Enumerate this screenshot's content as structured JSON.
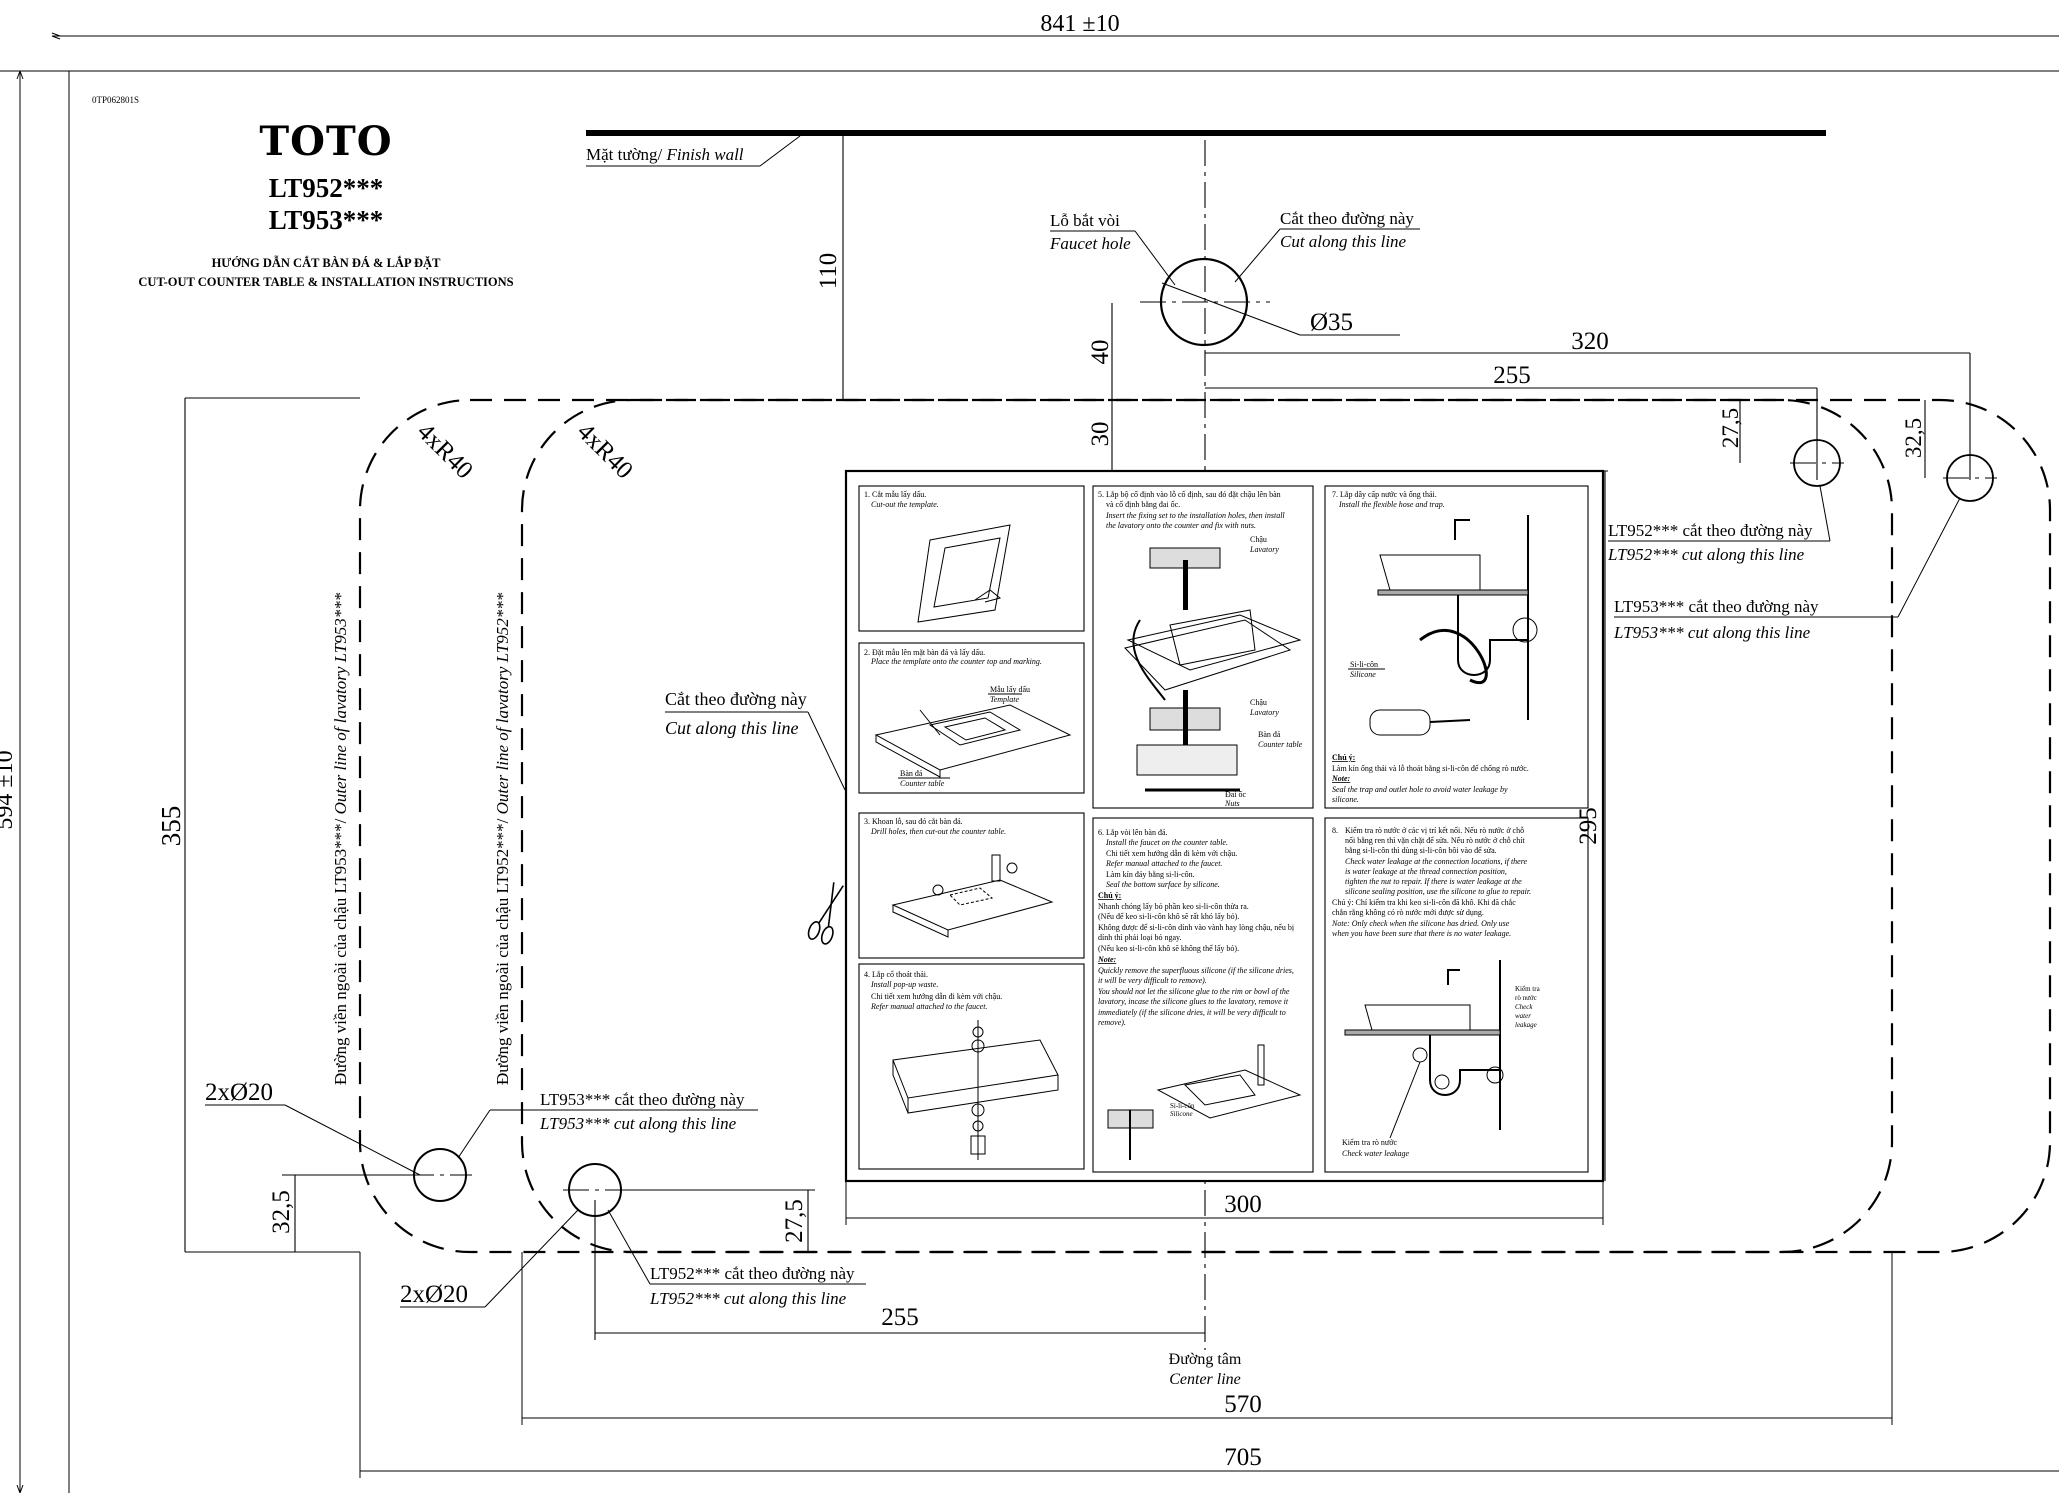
{
  "sheet": {
    "code": "0TP062801S",
    "brand": "TOTO",
    "models": [
      "LT952***",
      "LT953***"
    ],
    "title_vi": "HƯỚNG DẪN CẮT BÀN ĐÁ & LẮP ĐẶT",
    "title_en": "CUT-OUT COUNTER TABLE & INSTALLATION INSTRUCTIONS"
  },
  "dimensions": {
    "sheet_width": "841 ±10",
    "sheet_height": "594 ±10",
    "d110": "110",
    "d40": "40",
    "d30": "30",
    "d320": "320",
    "d255_top": "255",
    "d27_5_right": "27,5",
    "d32_5_right": "32,5",
    "d355": "355",
    "d295": "295",
    "d300": "300",
    "d32_5_left": "32,5",
    "d27_5_left": "27,5",
    "d255_bottom": "255",
    "d570": "570",
    "d705": "705",
    "radius_left": "4xR40",
    "radius_right": "4xR40",
    "hole_dia": "Ø35",
    "holes_left_top": "2xØ20",
    "holes_left_bottom": "2xØ20"
  },
  "labels": {
    "finish_wall_vi": "Mặt tường/ ",
    "finish_wall_en": "Finish wall",
    "faucet_hole_vi": "Lỗ bắt vòi",
    "faucet_hole_en": "Faucet hole",
    "cut_line_vi": "Cắt theo đường này",
    "cut_line_en": "Cut along this line",
    "lt952_cut_vi": "LT952*** cắt theo đường này",
    "lt952_cut_en": "LT952*** cut along this line",
    "lt953_cut_vi": "LT953*** cắt theo đường này",
    "lt953_cut_en": "LT953*** cut along this line",
    "outer_953_vi": "Đường viền ngoài của chậu LT953***/ ",
    "outer_953_en": "Outer line of lavatory LT953***",
    "outer_952_vi": "Đường viền ngoài của chậu LT952***/ ",
    "outer_952_en": "Outer line of lavatory LT952***",
    "center_vi": "Đường tâm",
    "center_en": "Center line"
  },
  "steps": [
    {
      "vi": "1. Cắt mẫu lấy dấu.",
      "en": "Cut-out the template."
    },
    {
      "vi": "2. Đặt mẫu lên mặt bàn đá và lấy dấu.",
      "en": "Place the template onto the counter top and marking.",
      "tag1_vi": "Mẫu lấy dấu",
      "tag1_en": "Template",
      "tag2_vi": "Bàn đá",
      "tag2_en": "Counter table"
    },
    {
      "vi": "3. Khoan lỗ, sau đó cắt bàn đá.",
      "en": "Drill holes, then cut-out the counter table."
    },
    {
      "vi": "4. Lắp cổ thoát thải.",
      "en": "Install pop-up waste.",
      "extra_vi": "Chi tiết xem hướng dẫn đi kèm với chậu.",
      "extra_en": "Refer manual attached to the faucet."
    },
    {
      "vi": "5. Lắp bộ cố định vào lỗ cố định, sau đó đặt chậu lên bàn",
      "vi2": "và cố định bằng đai ốc.",
      "en": "Insert the fixing set to the installation holes, then install",
      "en2": "the lavatory onto the counter and fix with nuts.",
      "tag1_vi": "Chậu",
      "tag1_en": "Lavatory",
      "tag2_vi": "Chậu",
      "tag2_en": "Lavatory",
      "tag3_vi": "Bàn đá",
      "tag3_en": "Counter table",
      "tag4_vi": "Đai ốc",
      "tag4_en": "Nuts"
    },
    {
      "vi": "6. Lắp vòi lên bàn đá.",
      "en": "Install the faucet on the counter table.",
      "lines": [
        "Chi tiết xem hướng dẫn đi kèm với chậu.",
        "Refer manual attached to the faucet.",
        "Làm kín đáy bằng si-li-côn.",
        "Seal the bottom surface by silicone.",
        "Chú ý:",
        "Nhanh chóng lấy bỏ phần keo si-li-côn thừa ra.",
        "(Nếu để keo si-li-côn khô sẽ rất khó lấy bỏ).",
        "Không được để si-li-côn dính vào vành hay lòng chậu, nếu bị",
        "dính thì phải loại bỏ ngay.",
        "(Nếu keo si-li-côn khô sẽ không thể lấy bỏ).",
        "Note:",
        "Quickly remove the superfluous silicone (if the silicone dries,",
        "it will be very difficult to remove).",
        "You should not let the silicone glue to the rim or bowl of the",
        "lavatory, incase the silicone glues to the lavatory, remove it",
        "immediately (if the silicone dries, it will be very difficult to",
        "remove)."
      ],
      "tag1_vi": "Si-li-côn",
      "tag1_en": "Silicone"
    },
    {
      "vi": "7. Lắp dây cấp nước và ống thải.",
      "en": "Install the flexible hose and trap.",
      "tag1_vi": "Si-li-côn",
      "tag1_en": "Silicone",
      "lines": [
        "Chú ý:",
        "Làm kín ống thải và lỗ thoát bằng si-li-côn để chống rò nước.",
        "Note:",
        "Seal the trap and outlet hole to avoid water leakage by",
        "silicone."
      ]
    },
    {
      "vi": "8.",
      "lines": [
        "Kiểm tra rò nước ở các vị trí kết nối. Nếu rò nước ở chỗ",
        "nối bằng ren thì vặn chặt để sửa. Nếu rò nước ở chỗ chít",
        "bằng si-li-côn thì dùng si-li-côn bôi vào để sửa.",
        "Check water leakage at the connection locations, if there",
        "is water leakage at the thread connection position,",
        "tighten the nut to repair. If there is water leakage at the",
        "silicone sealing position, use the silicone to glue to repair.",
        "Chú ý: Chỉ kiểm tra khi keo si-li-côn đã khô. Khi đã chắc",
        "chắn rằng không có rò nước mới được sử dụng.",
        "Note: Only check when the silicone has dried. Only use",
        "when you have been sure that there is no water leakage."
      ],
      "tag1_lines": [
        "Kiểm tra",
        "rò nước",
        "Check",
        "water",
        "leakage"
      ],
      "tag2_vi": "Kiểm tra rò nước",
      "tag2_en": "Check water leakage"
    }
  ]
}
